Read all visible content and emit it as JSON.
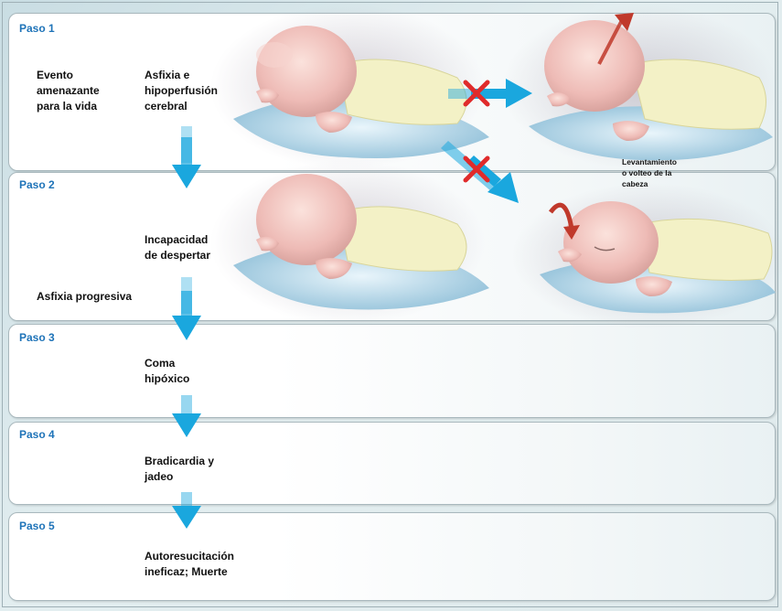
{
  "colors": {
    "step_label": "#1e73b8",
    "arrow": "#1aa7de",
    "cross": "#e02b2b",
    "head_arrow": "#c0392b"
  },
  "steps": [
    {
      "label": "Paso 1"
    },
    {
      "label": "Paso 2"
    },
    {
      "label": "Paso 3"
    },
    {
      "label": "Paso 4"
    },
    {
      "label": "Paso 5"
    }
  ],
  "texts": {
    "evento": "Evento\namenazante\npara la vida",
    "asfixia_hipo": "Asfixia e\nhipoperfusión\ncerebral",
    "levantamiento": "Levantamiento\no volteo de la\ncabeza",
    "incapacidad": "Incapacidad\nde despertar",
    "asfixia_prog": "Asfixia progresiva",
    "coma": "Coma\nhipóxico",
    "bradicardia": "Bradicardia y\njadeo",
    "autoresucitacion": "Autoresucitación\nineficaz; Muerte"
  },
  "icons": [
    "down-arrow-icon",
    "right-arrow-icon",
    "cross-icon",
    "lift-arrow-icon",
    "turn-arrow-icon",
    "infant-illustration"
  ]
}
